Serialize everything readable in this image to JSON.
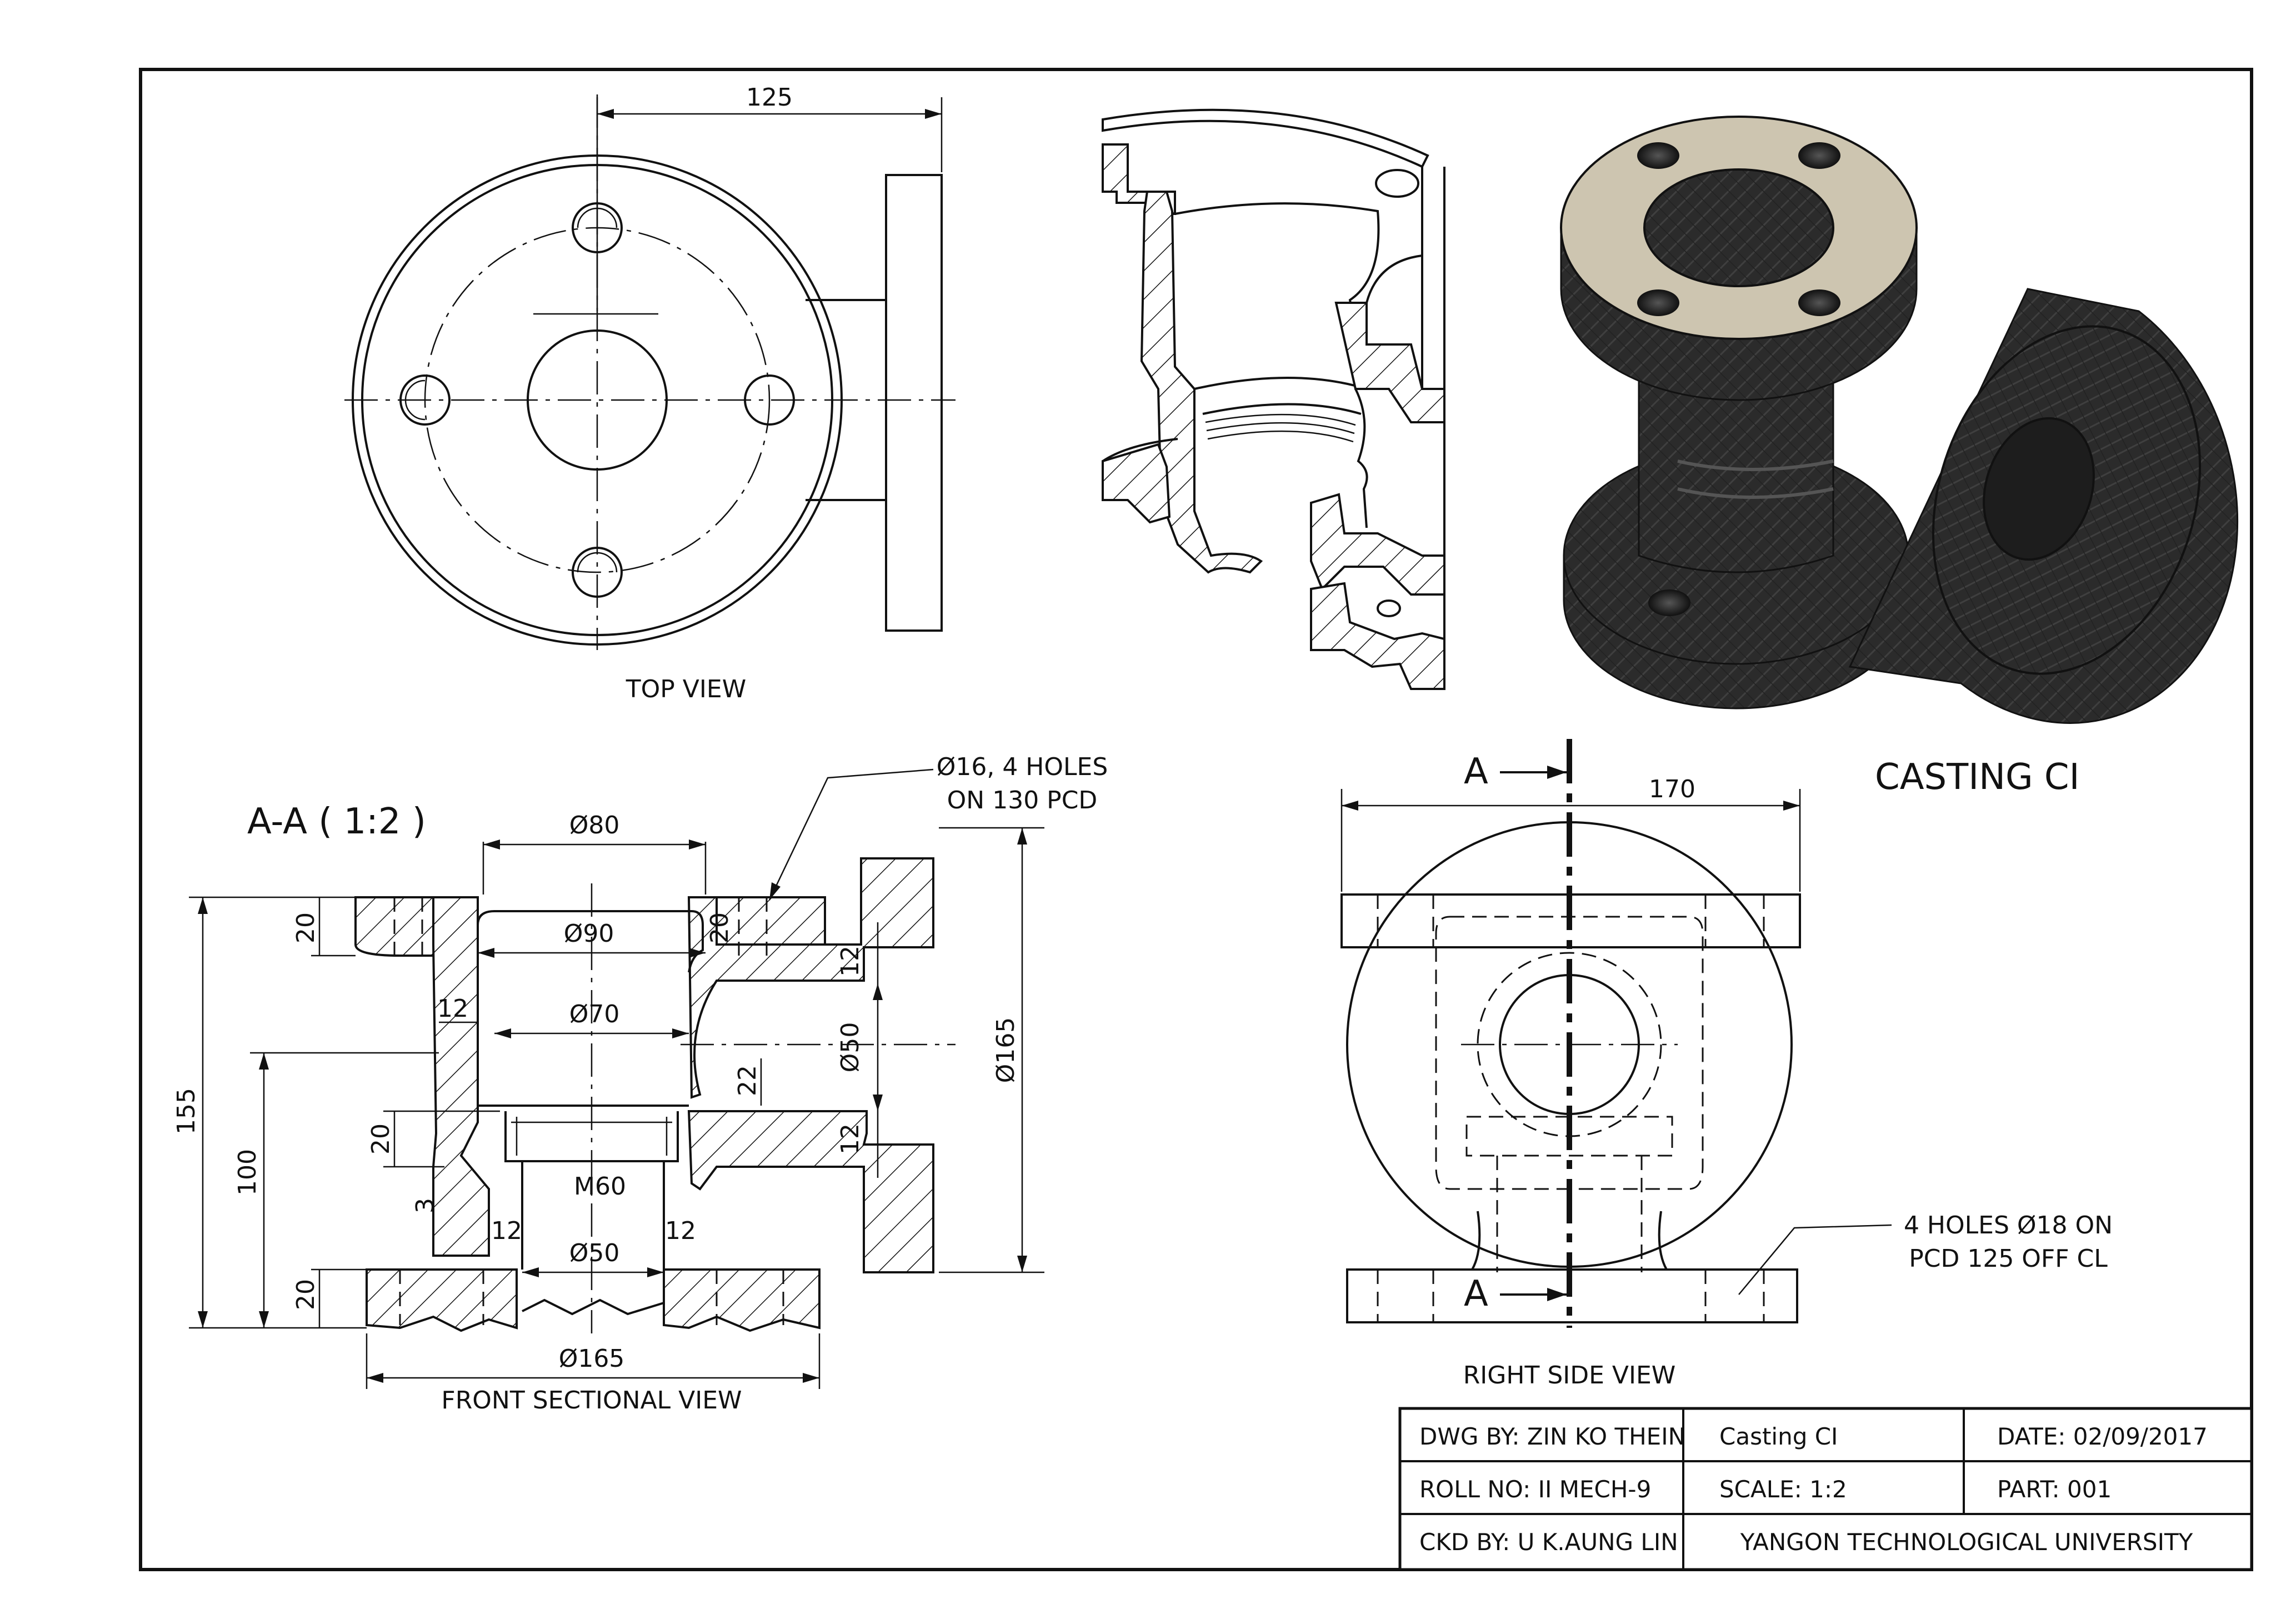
{
  "views": {
    "top_view_label": "TOP VIEW",
    "section_label": "A-A ( 1:2 )",
    "front_label": "FRONT SECTIONAL VIEW",
    "right_label": "RIGHT SIDE VIEW",
    "casting_label": "CASTING CI"
  },
  "dimensions": {
    "top_125": "125",
    "d80": "Ø80",
    "d90": "Ø90",
    "d70": "Ø70",
    "d50_bottom": "Ø50",
    "d165_bottom": "Ø165",
    "m60": "M60",
    "v20_top": "20",
    "v20_mid": "20",
    "v20_inner": "20",
    "v20_bottom": "20",
    "v12_left": "12",
    "v12_a": "12",
    "v12_b": "12",
    "v12_c": "12",
    "v12_d": "12",
    "v22": "22",
    "v3": "3",
    "h155": "155",
    "h100": "100",
    "d50_side": "Ø50",
    "d165_side": "Ø165",
    "w170": "170",
    "sect_a_top": "A",
    "sect_a_bottom": "A"
  },
  "notes": {
    "holes16_line1": "Ø16, 4 HOLES",
    "holes16_line2": "ON 130 PCD",
    "holes18_line1": "4  HOLES Ø18 ON",
    "holes18_line2": "PCD 125 OFF CL"
  },
  "title_block": {
    "dwg_by": "DWG BY: ZIN KO THEIN",
    "part_name": "Casting CI",
    "date": "DATE: 02/09/2017",
    "roll_no": "ROLL NO: II MECH-9",
    "scale": "SCALE: 1:2",
    "part_no": "PART: 001",
    "ckd_by": "CKD BY: U K.AUNG LIN",
    "university": "YANGON TECHNOLOGICAL UNIVERSITY"
  },
  "colors": {
    "line": "#111111",
    "flange_face": "#cdc5b0",
    "casting_dark": "#2b2b2b"
  }
}
